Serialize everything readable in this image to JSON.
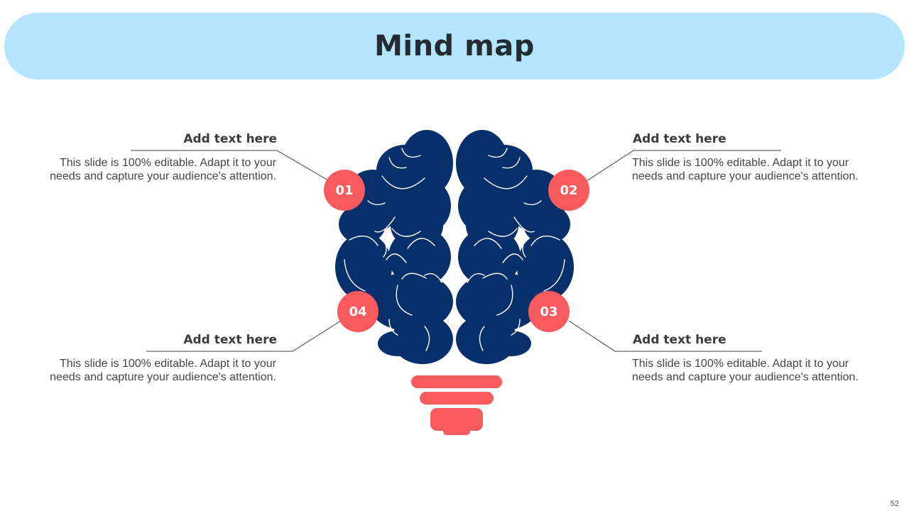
{
  "slide": {
    "title": "Mind map",
    "page_number": "52"
  },
  "items": [
    {
      "number": "01",
      "heading": "Add text here",
      "body": "This slide is 100% editable. Adapt it to your needs and capture your audience's attention."
    },
    {
      "number": "02",
      "heading": "Add text here",
      "body": "This slide is 100% editable. Adapt it to your needs and capture your audience's attention."
    },
    {
      "number": "03",
      "heading": "Add text here",
      "body": "This slide is 100% editable. Adapt it to your needs and capture your audience's attention."
    },
    {
      "number": "04",
      "heading": "Add text here",
      "body": "This slide is 100% editable. Adapt it to your needs and capture your audience's attention."
    }
  ],
  "colors": {
    "title_bar": "#b3e5fc",
    "brain": "#062f6c",
    "accent": "#f75b5e"
  },
  "icons": [
    "brain-icon",
    "light-bulb-base-icon"
  ]
}
